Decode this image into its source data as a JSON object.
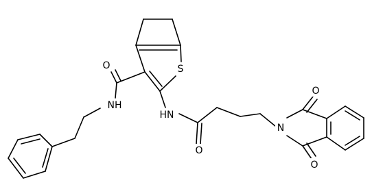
{
  "structure": {
    "atom_labels": {
      "sulfur": "S",
      "amide_oxygen_top": "O",
      "amide_nh_left": "NH",
      "amide_nh_right": "HN",
      "chain_oxygen": "O",
      "imide_nitrogen": "N",
      "imide_oxygen_top": "O",
      "imide_oxygen_bottom": "O"
    },
    "colors": {
      "bond": "#000000",
      "text": "#000000",
      "background": "#ffffff"
    }
  }
}
